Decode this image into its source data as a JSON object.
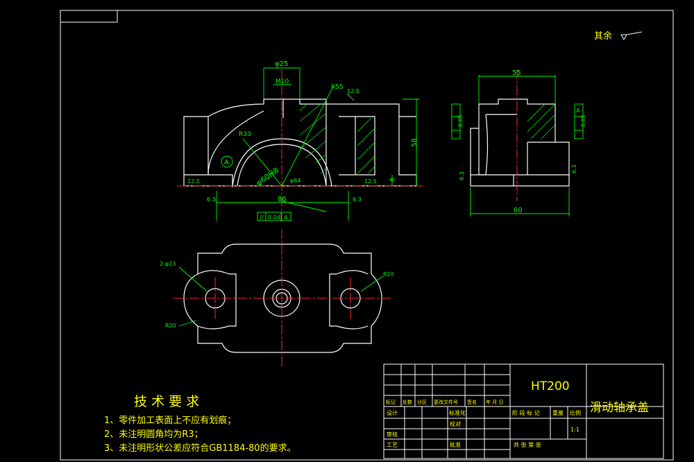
{
  "title_block": {
    "material": "HT200",
    "part_name": "滑动轴承盖",
    "rows_left": [
      "标记",
      "处数",
      "分区",
      "更改文件号",
      "签名",
      "年 月 日"
    ],
    "design_label": "设计",
    "standardize_label": "标准化",
    "review_label": "审核",
    "craft_label": "工艺",
    "approve_label": "批准",
    "check_label": "校对",
    "stage_label": "阶 段 标 记",
    "weight_label": "重量",
    "scale_label": "比例",
    "scale_value": "1:1",
    "sheets_label": "共    张  第    张"
  },
  "roughness_note": "其余",
  "tech_requirements": {
    "heading": "技 术 要 求",
    "items": [
      "1、零件加工表面上不应有划痕；",
      "2、未注明圆角均为R3；",
      "3、未注明形状公差应符合GB1184-80的要求。"
    ]
  },
  "dimensions": {
    "d25": "φ25",
    "m10": "M10",
    "r55": "R55",
    "ra125_top": "12.5",
    "r33": "R33",
    "d60": "φ60H8",
    "d64": "φ64",
    "label_a": "A",
    "h58": "58",
    "h8": "8",
    "w86": "86",
    "ra125_left": "12.5",
    "ra125_right": "12.5",
    "ra63_left": "6.3",
    "ra63_right": "6.3",
    "flat_tol": "0.04",
    "tol_ref": "A",
    "w55": "55",
    "w60": "60",
    "side_tol_left": "0.05",
    "side_tol_right": "0.05",
    "side_ref": "A",
    "side_ra_left": "6.3",
    "side_ra_right": "6.3",
    "holes": "2-φ13",
    "r20_left": "R20",
    "r20_right": "R20"
  }
}
